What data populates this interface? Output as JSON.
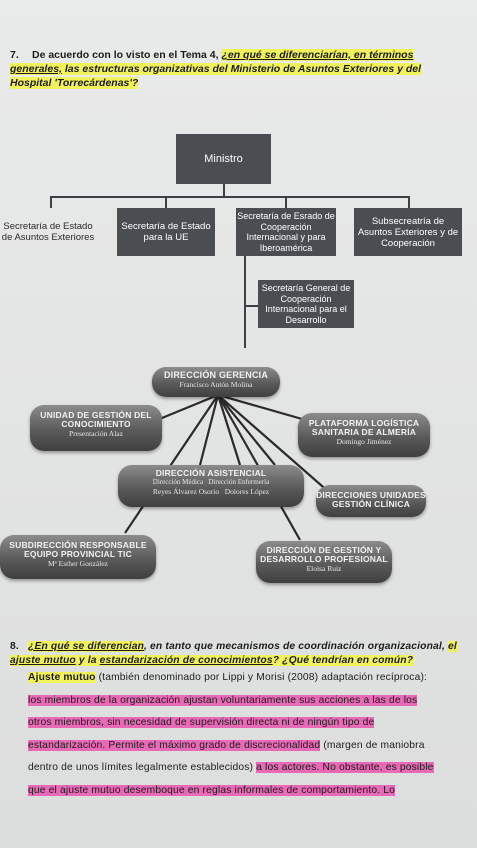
{
  "question7": {
    "number": "7.",
    "text_a": "De acuerdo con lo visto en el Tema 4, ",
    "text_b": "¿en qué se diferenciarían, ",
    "text_c": "en términos generales,",
    "text_d": " las estructuras organizativas del Ministerio de Asuntos Exteriores y del Hospital 'Torrecárdenas'?"
  },
  "chart1": {
    "top": "Ministro",
    "level2": [
      "Secretaría de Estado de Asuntos Exteriores",
      "Secretaría de Estado para la UE",
      "Secretaría de Esrado de Cooperación Internacional y para Iberoamérica",
      "Subsecreatría de Asuntos Exteriores y de Cooperación"
    ],
    "level3": "Secretaría General de Cooperación Internacional para el Desarrollo"
  },
  "chart2": {
    "gerencia": {
      "title": "DIRECCIÓN GERENCIA",
      "name": "Francisco Antón Molina"
    },
    "unidad": {
      "title": "UNIDAD DE GESTIÓN DEL CONOCIMIENTO",
      "name": "Presentación Alaz"
    },
    "plataforma": {
      "title": "PLATAFORMA LOGÍSTICA SANITARIA DE ALMERÍA",
      "name": "Domingo Jiménez"
    },
    "asistencial": {
      "title": "DIRECCIÓN ASISTENCIAL",
      "sub1": "Dirección Médica",
      "sub2": "Dirección Enfermería",
      "name1": "Reyes Álvarez Osorio",
      "name2": "Dolores López"
    },
    "unidades": {
      "title": "DIRECCIONES UNIDADES GESTIÓN CLÍNICA"
    },
    "subdireccion": {
      "title": "SUBDIRECCIÓN RESPONSABLE EQUIPO PROVINCIAL TIC",
      "name": "Mª Esther González"
    },
    "gestion": {
      "title": "DIRECCIÓN DE GESTIÓN Y DESARROLLO PROFESIONAL",
      "name": "Eloisa Ruiz"
    }
  },
  "question8": {
    "number": "8.",
    "q_a": "¿En qué se diferencian",
    "q_b": ", en tanto que mecanismos de coordinación organizacional, ",
    "q_c": "el ",
    "q_d": "ajuste mutuo",
    "q_e": " y la ",
    "q_f": "estandarización de conocimientos",
    "q_g": "? ¿Qué tendrían en común?",
    "ans_term": "Ajuste mutuo",
    "ans_rest": " (también denominado por Lippi y Morisi (2008) adaptación recíproca):",
    "line2": "los miembros de la organización ajustan voluntariamente sus acciones a las de los",
    "line3": "otros miembros, sin necesidad de supervisión directa ni de ningún tipo de",
    "line4a": "estandarización. Permite el máximo grado de discrecionalidad",
    "line4b": " (margen de maniobra",
    "line5a": "dentro de unos límites legalmente establecidos) ",
    "line5b": "a los actores. No obstante, es posible",
    "line6": "que el ajuste mutuo desemboque en reglas informales de comportamiento. Lo"
  }
}
